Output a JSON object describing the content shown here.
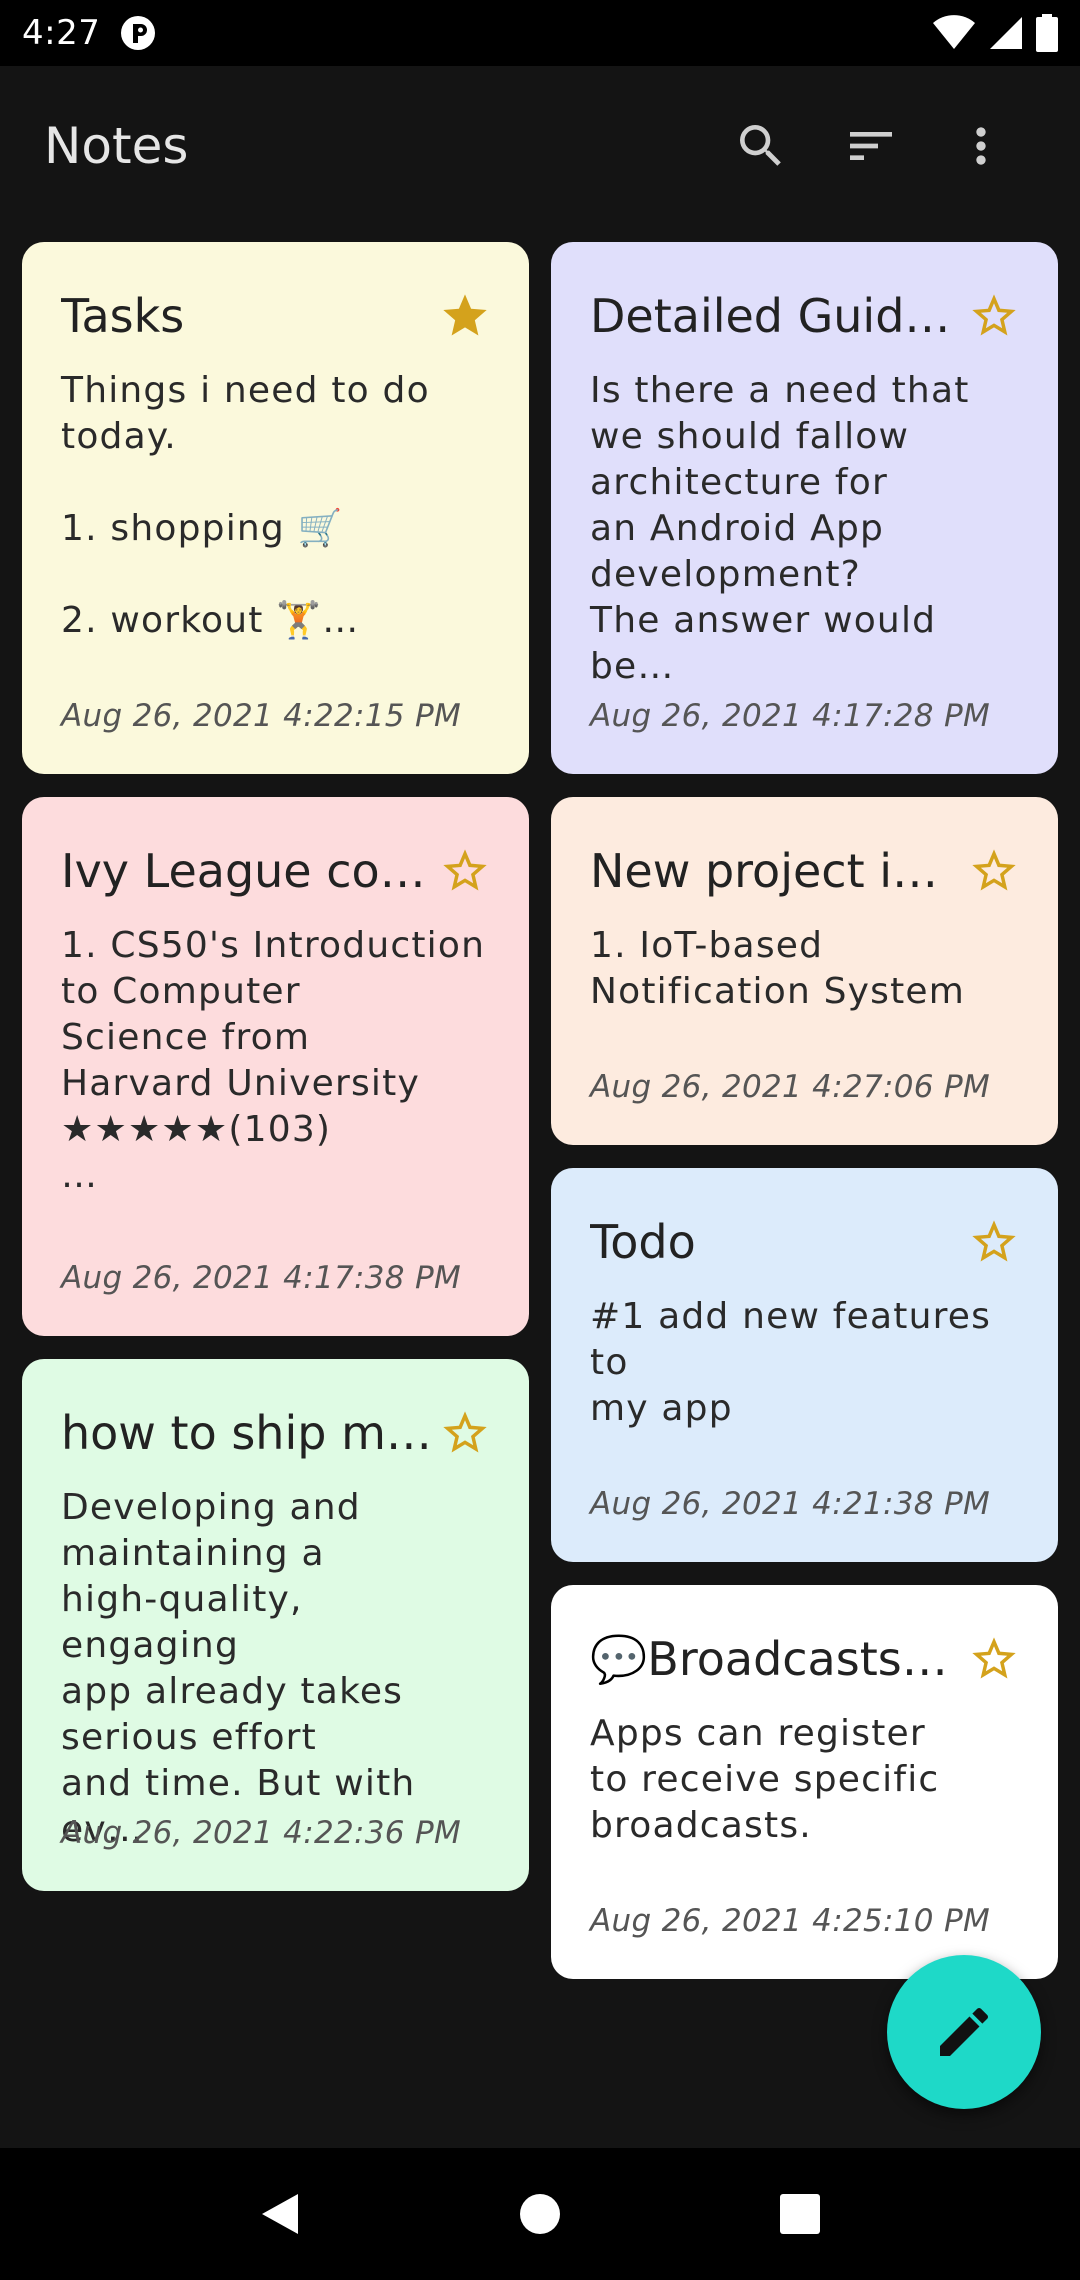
{
  "status_bar": {
    "time": "4:27",
    "app_icon": "app-notification-icon",
    "icons": [
      "wifi-icon",
      "cellular-signal-icon",
      "battery-icon"
    ]
  },
  "app_bar": {
    "title": "Notes",
    "actions": [
      "search-icon",
      "sort-icon",
      "more-options-icon"
    ]
  },
  "colors": {
    "background": "#141414",
    "accent_fab": "#1ed9c8",
    "star": "#d4a21c"
  },
  "notes": [
    {
      "title": "Tasks",
      "body": "Things i need to  do\ntoday.\n\n1. shopping 🛒\n\n2. workout 🏋…",
      "date": "Aug 26, 2021 4:22:15 PM",
      "starred": true,
      "color": "#fbf9dc"
    },
    {
      "title": "Detailed Guide…",
      "body": "Is there a need that\nwe should fallow\narchitecture for\nan Android App\ndevelopment?\nThe answer would be…",
      "date": "Aug 26, 2021 4:17:28 PM",
      "starred": false,
      "color": "#e0dffb"
    },
    {
      "title": "Ivy League cour…",
      "body": "1. CS50's Introduction\nto Computer\nScience from\nHarvard University\n★★★★★(103)\n…",
      "date": "Aug 26, 2021 4:17:38 PM",
      "starred": false,
      "color": "#fddcdd"
    },
    {
      "title": "New project ide…",
      "body": "1. IoT-based\nNotification System",
      "date": "Aug 26, 2021 4:27:06 PM",
      "starred": false,
      "color": "#fdebdf"
    },
    {
      "title": "Todo",
      "body": "#1 add new features to\nmy app",
      "date": "Aug 26, 2021 4:21:38 PM",
      "starred": false,
      "color": "#dcebfb"
    },
    {
      "title": "how to ship mo…",
      "body": "Developing and\nmaintaining a\nhigh-quality, engaging\napp already takes\nserious effort\nand time. But with ev…",
      "date": "Aug 26, 2021 4:22:36 PM",
      "starred": false,
      "color": "#dffbe4"
    },
    {
      "title": "💬Broadcasts …",
      "body": "Apps can register\nto receive specific\nbroadcasts.",
      "date": "Aug 26, 2021 4:25:10 PM",
      "starred": false,
      "color": "#ffffff"
    }
  ],
  "fab": {
    "icon": "edit-pencil-icon"
  },
  "nav_bar": {
    "icons": [
      "back-icon",
      "home-icon",
      "recents-icon"
    ]
  }
}
